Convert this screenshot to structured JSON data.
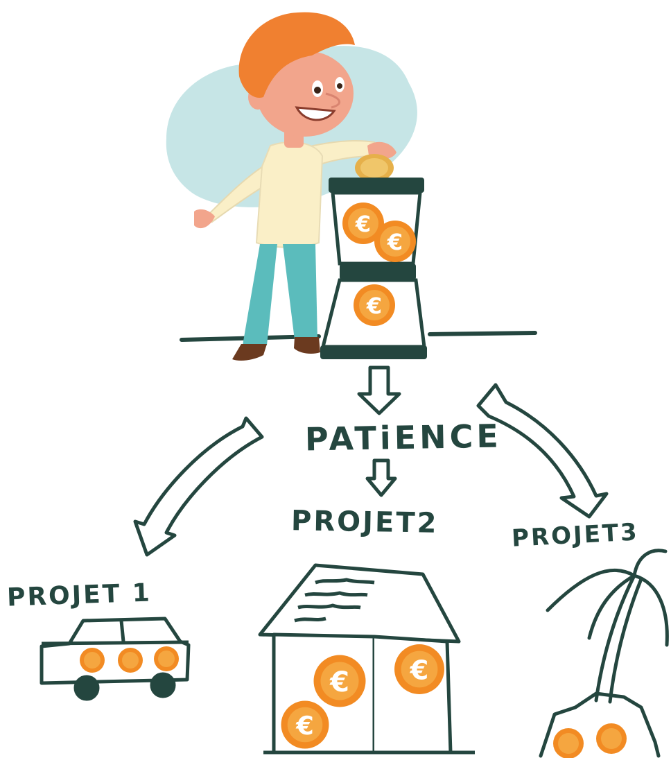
{
  "labels": {
    "patience": "PATiENCE",
    "projet1": "PROJET 1",
    "projet2": "PROJET2",
    "projet3": "PROJET3"
  },
  "currency_symbol": "€",
  "colors": {
    "ink": "#24463f",
    "coin": "#f28b23",
    "coin_inner": "#f5a640",
    "hair": "#f08030",
    "skin": "#f2a58c",
    "sweater": "#faefc7",
    "pants": "#5bbcbc",
    "shoes": "#6b3a1f",
    "backdrop": "#c6e5e6"
  },
  "icons": [
    "boy-character",
    "coin-hourglass",
    "arrow-down",
    "arrow-left",
    "arrow-right",
    "car-icon",
    "house-icon",
    "palm-tree-icon",
    "euro-coin-icon"
  ]
}
